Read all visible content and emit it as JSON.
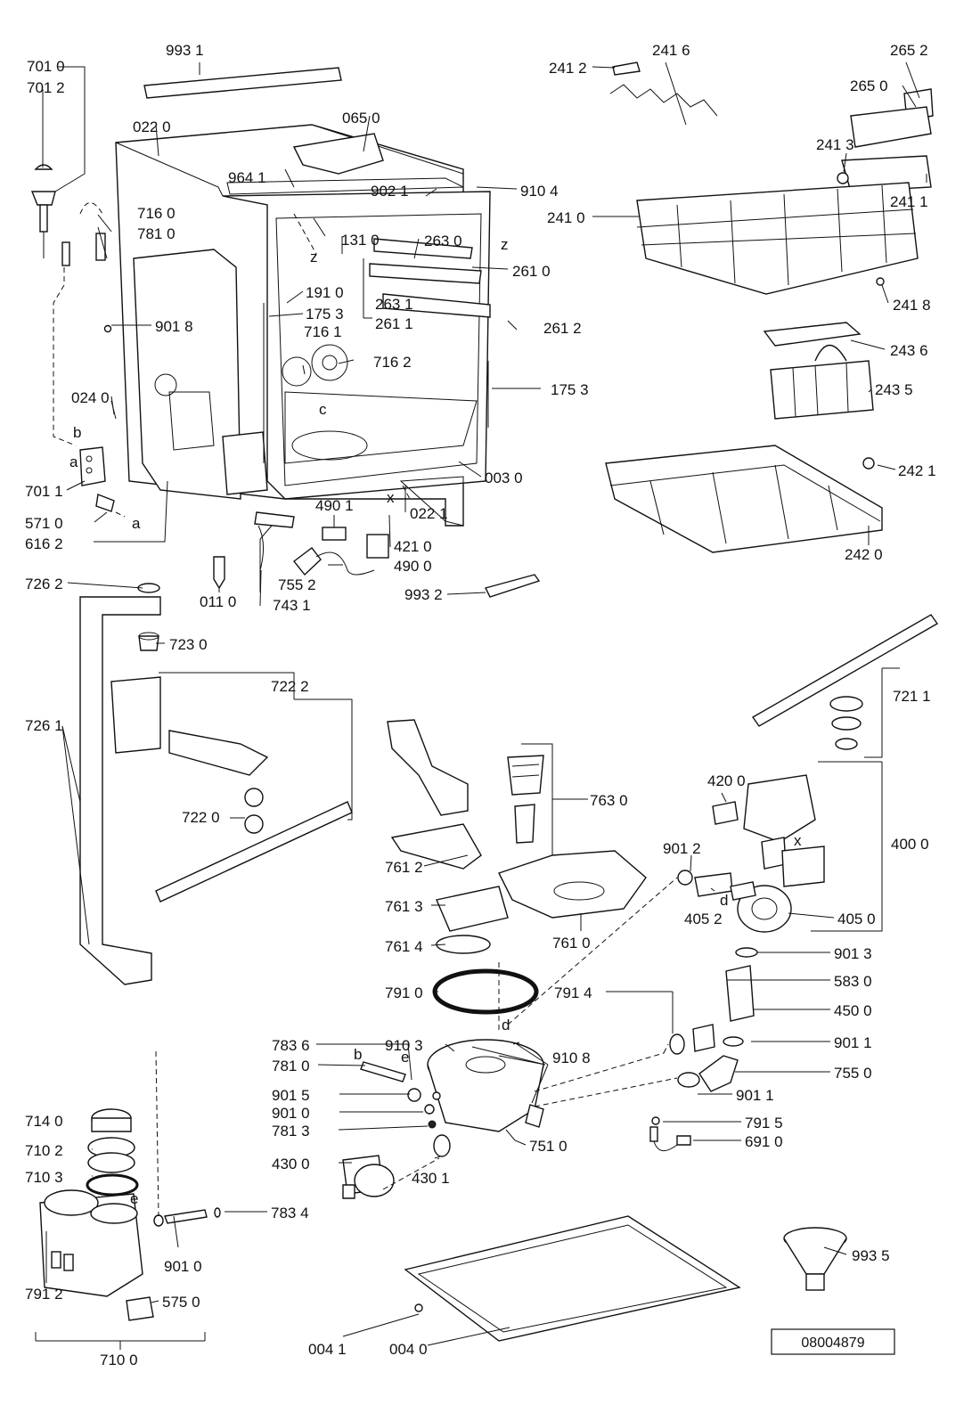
{
  "diagram_code": "08004879",
  "markers": [
    "z",
    "z",
    "c",
    "x",
    "x",
    "b",
    "a",
    "a",
    "d",
    "d",
    "b",
    "e",
    "e"
  ],
  "parts": [
    "993 1",
    "701 0",
    "701 2",
    "022 0",
    "065 0",
    "964 1",
    "902 1",
    "910 4",
    "716 0",
    "781 0",
    "131 0",
    "263 0",
    "261 0",
    "191 0",
    "263 1",
    "261 1",
    "175 3",
    "901 8",
    "716 1",
    "716 2",
    "175 3",
    "261 2",
    "024 0",
    "003 0",
    "701 1",
    "490 1",
    "022 1",
    "571 0",
    "421 0",
    "616 2",
    "490 0",
    "011 0",
    "755 2",
    "743 1",
    "993 2",
    "241 2",
    "241 6",
    "265 2",
    "265 0",
    "241 3",
    "241 1",
    "241 0",
    "241 8",
    "243 6",
    "243 5",
    "242 1",
    "242 0",
    "726 2",
    "723 0",
    "722 2",
    "726 1",
    "722 0",
    "721 1",
    "763 0",
    "420 0",
    "400 0",
    "761 2",
    "901 2",
    "761 3",
    "405 2",
    "405 0",
    "761 4",
    "761 0",
    "901 3",
    "583 0",
    "791 0",
    "791 4",
    "450 0",
    "910 3",
    "910 8",
    "901 1",
    "783 6",
    "781 0",
    "755 0",
    "901 5",
    "901 1",
    "901 0",
    "781 3",
    "751 0",
    "791 5",
    "691 0",
    "430 0",
    "430 1",
    "714 0",
    "710 2",
    "710 3",
    "783 4",
    "901 0",
    "791 2",
    "575 0",
    "004 1",
    "004 0",
    "993 5",
    "710 0"
  ]
}
